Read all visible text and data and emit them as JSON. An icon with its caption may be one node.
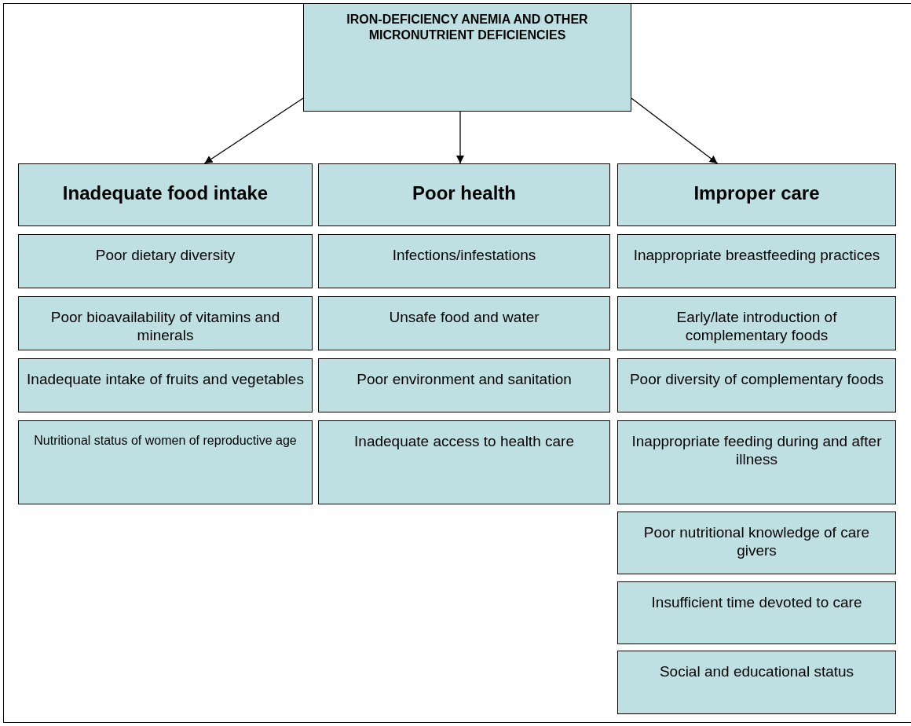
{
  "diagram": {
    "nodes": [
      {
        "text": [
          "IRON-DEFICIENCY ANEMIA AND OTHER MICRONUTRIENT DEFICIENCIES"
        ]
      },
      {
        "text": [
          "Inadequate food intake"
        ]
      },
      {
        "text": [
          "Poor health"
        ]
      },
      {
        "text": [
          "Improper care"
        ]
      },
      {
        "text": [
          "Poor dietary diversity"
        ]
      },
      {
        "text": [
          "Poor bioavailability of vitamins and minerals"
        ]
      },
      {
        "text": [
          "Inadequate intake of fruits and vegetables"
        ]
      },
      {
        "text": [
          "Nutritional status of women of reproductive age"
        ]
      },
      {
        "text": [
          "Infections/infestations"
        ]
      },
      {
        "text": [
          "Unsafe food and water"
        ]
      },
      {
        "text": [
          "Poor environment and sanitation"
        ]
      },
      {
        "text": [
          "Inadequate access to health care"
        ]
      },
      {
        "text": [
          "Inappropriate breastfeeding practices"
        ]
      },
      {
        "text": [
          "Early/late introduction of complementary foods"
        ]
      },
      {
        "text": [
          "Poor diversity of complementary foods"
        ]
      },
      {
        "text": [
          "Inappropriate feeding during and after illness"
        ]
      },
      {
        "text": [
          "Poor nutritional knowledge of care givers"
        ]
      },
      {
        "text": [
          "Insufficient time devoted to care"
        ]
      },
      {
        "text": [
          "Social and educational status"
        ]
      }
    ],
    "edges": [
      {
        "from": 0,
        "to": 1,
        "arrow": "to"
      },
      {
        "from": 0,
        "to": 2,
        "arrow": "to"
      },
      {
        "from": 0,
        "to": 3,
        "arrow": "to"
      }
    ]
  }
}
